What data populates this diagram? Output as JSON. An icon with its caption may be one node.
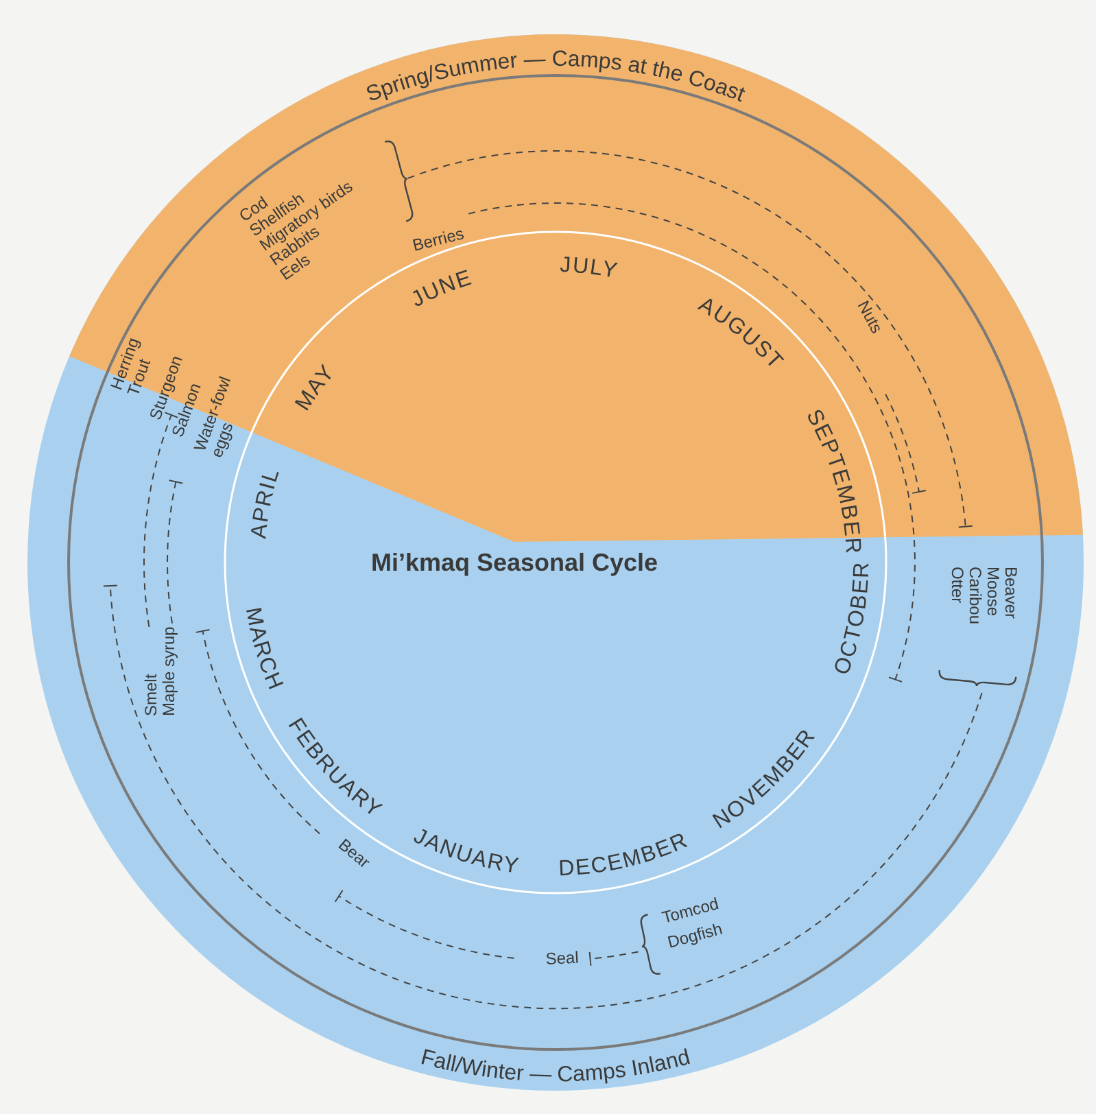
{
  "diagram": {
    "title": "Mi’kmaq Seasonal Cycle",
    "labels": [
      "Spring/Summer — Camps at the Coast",
      "Cod",
      "Shellfish",
      "Migratory birds",
      "Rabbits",
      "Eels",
      "Berries",
      "JUNE",
      "JULY",
      "AUGUST",
      "Nuts",
      "Herring",
      "Trout",
      "Sturgeon",
      "Salmon",
      "Water-fowl eggs",
      "MAY",
      "SEPTEMBER",
      "APRIL",
      "Beaver",
      "Moose",
      "Caribou",
      "Otter",
      "Smelt",
      "Maple syrup",
      "OCTOBER",
      "MARCH",
      "NOVEMBER",
      "FEBRUARY",
      "Bear",
      "JANUARY",
      "DECEMBER",
      "Tomcod",
      "Dogfish",
      "Seal",
      "Fall/Winter — Camps Inland"
    ]
  }
}
